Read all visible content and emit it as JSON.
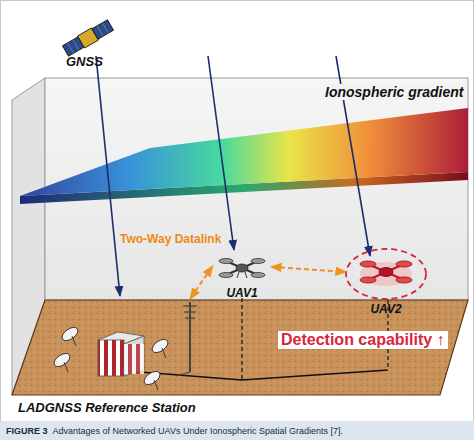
{
  "diagram": {
    "caption": "Advantages of Networked UAVs Under Ionospheric Spatial Gradients [7].",
    "nodes": [
      {
        "text": [
          "UAV1"
        ]
      },
      {
        "text": [
          "UAV2"
        ]
      },
      {
        "text": [
          "LADGNSS Reference Station"
        ]
      }
    ],
    "edges": [
      {
        "from": 2,
        "to": 0,
        "arrow": "both",
        "label": "Two-Way Datalink"
      },
      {
        "from": 0,
        "to": 1,
        "arrow": "both"
      }
    ],
    "labels": [
      "GNSS",
      "Ionospheric gradient",
      "Detection capability ↑",
      "FIGURE 3"
    ]
  }
}
